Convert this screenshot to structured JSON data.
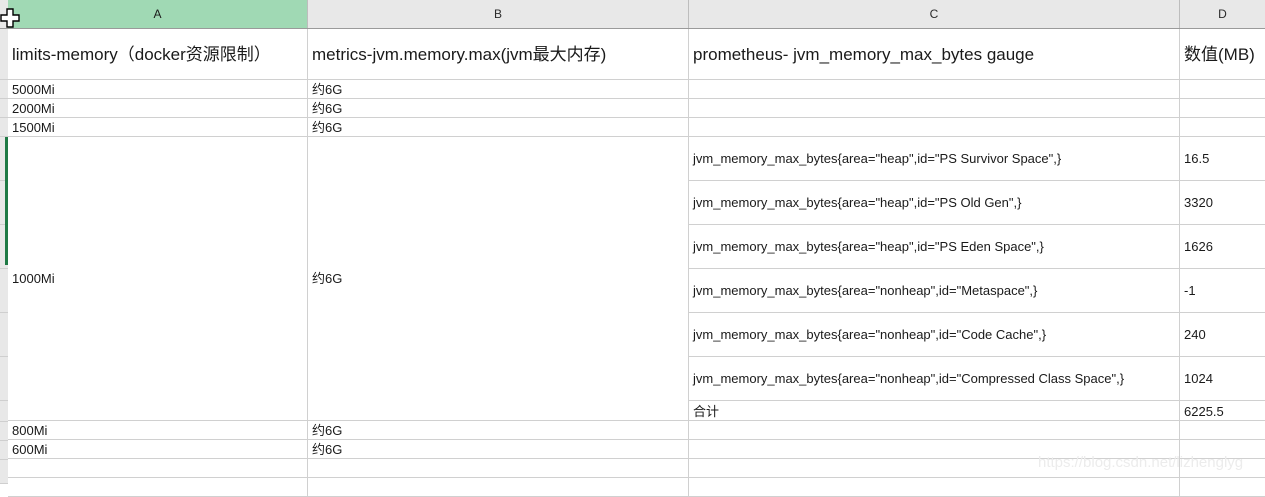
{
  "app": {
    "type": "spreadsheet",
    "selected_column": "A"
  },
  "column_headers": [
    {
      "letter": "A",
      "selected": true
    },
    {
      "letter": "B",
      "selected": false
    },
    {
      "letter": "C",
      "selected": false
    },
    {
      "letter": "D",
      "selected": false
    }
  ],
  "table_headers": {
    "a": "limits-memory（docker资源限制）",
    "b": "metrics-jvm.memory.max(jvm最大内存)",
    "c": "prometheus- jvm_memory_max_bytes gauge",
    "d": "数值(MB)"
  },
  "rows": [
    {
      "a": "5000Mi",
      "b": "约6G",
      "c": "",
      "d": ""
    },
    {
      "a": "2000Mi",
      "b": "约6G",
      "c": "",
      "d": ""
    },
    {
      "a": "1500Mi",
      "b": "约6G",
      "c": "",
      "d": ""
    }
  ],
  "merged_block": {
    "a": "1000Mi",
    "b": "约6G",
    "metrics": [
      {
        "c": "jvm_memory_max_bytes{area=\"heap\",id=\"PS Survivor Space\",}",
        "d": "16.5"
      },
      {
        "c": "jvm_memory_max_bytes{area=\"heap\",id=\"PS Old Gen\",}",
        "d": "3320"
      },
      {
        "c": "jvm_memory_max_bytes{area=\"heap\",id=\"PS Eden Space\",}",
        "d": "1626"
      },
      {
        "c": "jvm_memory_max_bytes{area=\"nonheap\",id=\"Metaspace\",}",
        "d": "-1"
      },
      {
        "c": "jvm_memory_max_bytes{area=\"nonheap\",id=\"Code Cache\",}",
        "d": "240"
      },
      {
        "c": "jvm_memory_max_bytes{area=\"nonheap\",id=\"Compressed Class Space\",}",
        "d": "1024"
      }
    ],
    "total_label": "合计",
    "total_value": "6225.5"
  },
  "rows_after": [
    {
      "a": "800Mi",
      "b": "约6G",
      "c": "",
      "d": ""
    },
    {
      "a": "600Mi",
      "b": "约6G",
      "c": "",
      "d": ""
    }
  ],
  "watermark": "https://blog.csdn.net/lizhenglyg",
  "colors": {
    "selection_green": "#a0d9b4",
    "selection_bar": "#1f7a45",
    "header_gray": "#e8e8e8",
    "gridline": "#d0d0d0"
  }
}
